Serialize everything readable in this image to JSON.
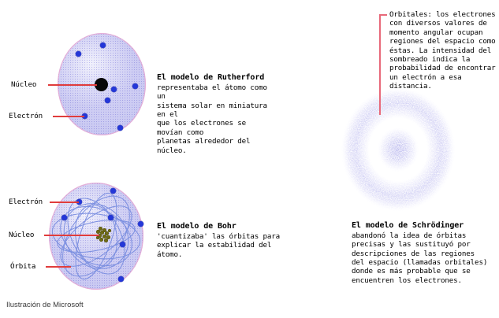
{
  "figure": {
    "credit": "Ilustración de Microsoft"
  },
  "rutherford": {
    "heading": "El modelo de Rutherford",
    "body": "representaba el átomo como un\nsistema solar en miniatura en el\nque los electrones se movían como\nplanetas alrededor del núcleo.",
    "labels": {
      "nucleus": "Núcleo",
      "electron": "Electrón"
    }
  },
  "bohr": {
    "heading": "El modelo de Bohr",
    "body": "'cuantizaba' las órbitas para\nexplicar la estabilidad del átomo.",
    "labels": {
      "electron": "Electrón",
      "nucleus": "Núcleo",
      "orbit": "Órbita"
    }
  },
  "schrodinger": {
    "heading": "El modelo de Schrödinger",
    "body": "abandonó la idea de órbitas\nprecisas y las sustituyó por\ndescripciones de las regiones\ndel espacio (llamadas orbitales)\ndonde es más probable que se\nencuentren los electrones.",
    "orbital_note": "Orbitales: los electrones\ncon diversos valores de\nmomento angular ocupan\nregiones del espacio como\néstas. La intensidad del\nsombreado indica la\nprobabilidad de encontrar\nun electrón a esa distancia."
  },
  "colors": {
    "electron": "#2437d8",
    "nucleus_rutherford": "#080808",
    "nucleus_bohr": "#6e6a16",
    "sphere_fill": "#d4d3f4",
    "sphere_rim": "#e8aad4",
    "leader_line": "#e03c3c",
    "leader_line_pink": "#e8697a",
    "orbit_line": "#7b8fe0",
    "cloud": "#9a97e8",
    "text": "#000000",
    "credit_text": "#3a3a3a",
    "background": "#ffffff"
  }
}
